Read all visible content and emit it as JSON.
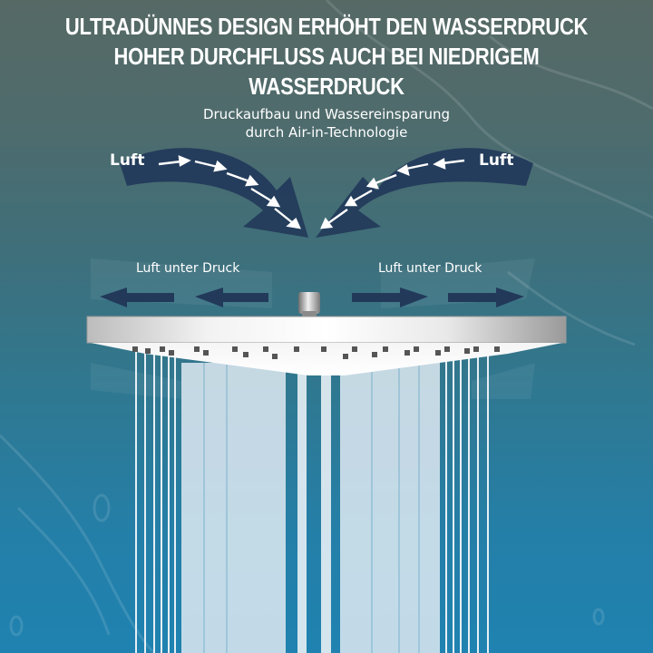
{
  "headline": {
    "line1": "ULTRADÜNNES DESIGN ERHÖHT DEN WASSERDRUCK",
    "line2": "HOHER DURCHFLUSS AUCH BEI NIEDRIGEM WASSERDRUCK"
  },
  "diagram": {
    "subtitle_line1": "Druckaufbau und Wassereinsparung",
    "subtitle_line2": "durch Air-in-Technologie",
    "air_left_label": "Luft",
    "air_right_label": "Luft",
    "pressure_left_label": "Luft unter Druck",
    "pressure_right_label": "Luft unter Druck",
    "icons": [
      "curved-arrow-left",
      "curved-arrow-right",
      "airflow-arrows",
      "outward-arrows"
    ]
  },
  "product": {
    "name": "rain-shower-head",
    "finish": "chrome"
  },
  "colors": {
    "background_top": "#566965",
    "background_bottom": "#1f82b0",
    "arrow_navy": "#22395a",
    "text": "#ffffff",
    "chrome": "#e6e6e6",
    "water": "#dfeaf2"
  }
}
